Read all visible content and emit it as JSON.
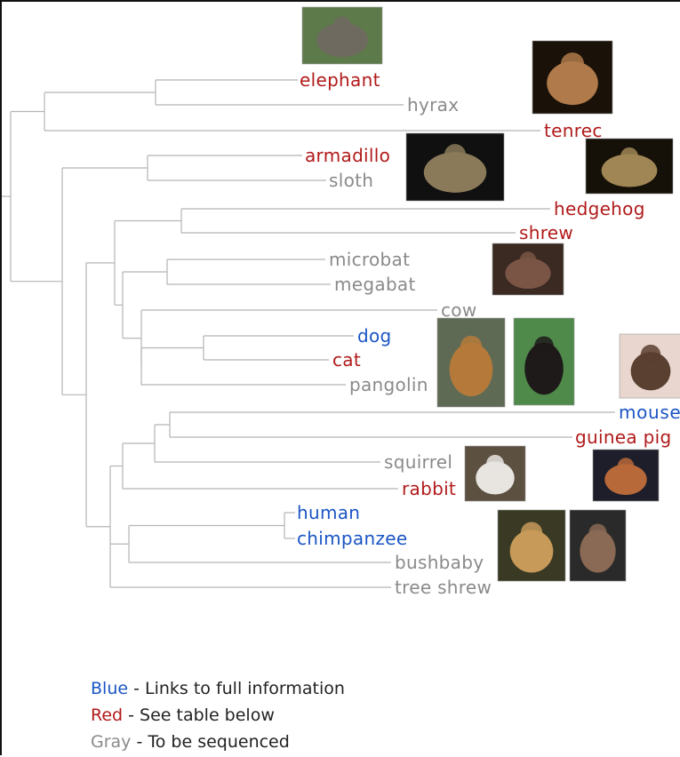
{
  "colors": {
    "blue": "#1b55c4",
    "red": "#b11a1a",
    "gray": "#8a8a8a",
    "line": "#b5b5b5"
  },
  "species": [
    {
      "id": "elephant",
      "name": "elephant",
      "status": "red"
    },
    {
      "id": "hyrax",
      "name": "hyrax",
      "status": "gray"
    },
    {
      "id": "tenrec",
      "name": "tenrec",
      "status": "red"
    },
    {
      "id": "armadillo",
      "name": "armadillo",
      "status": "red"
    },
    {
      "id": "sloth",
      "name": "sloth",
      "status": "gray"
    },
    {
      "id": "hedgehog",
      "name": "hedgehog",
      "status": "red"
    },
    {
      "id": "shrew",
      "name": "shrew",
      "status": "red"
    },
    {
      "id": "microbat",
      "name": "microbat",
      "status": "gray"
    },
    {
      "id": "megabat",
      "name": "megabat",
      "status": "gray"
    },
    {
      "id": "cow",
      "name": "cow",
      "status": "gray"
    },
    {
      "id": "dog",
      "name": "dog",
      "status": "blue"
    },
    {
      "id": "cat",
      "name": "cat",
      "status": "red"
    },
    {
      "id": "pangolin",
      "name": "pangolin",
      "status": "gray"
    },
    {
      "id": "mouse",
      "name": "mouse",
      "status": "blue"
    },
    {
      "id": "guinea-pig",
      "name": "guinea pig",
      "status": "red"
    },
    {
      "id": "squirrel",
      "name": "squirrel",
      "status": "gray"
    },
    {
      "id": "rabbit",
      "name": "rabbit",
      "status": "red"
    },
    {
      "id": "human",
      "name": "human",
      "status": "blue"
    },
    {
      "id": "chimpanzee",
      "name": "chimpanzee",
      "status": "blue"
    },
    {
      "id": "bushbaby",
      "name": "bushbaby",
      "status": "gray"
    },
    {
      "id": "tree-shrew",
      "name": "tree shrew",
      "status": "gray"
    }
  ],
  "photos": [
    "elephant",
    "tenrec",
    "armadillo",
    "hedgehog",
    "shrew",
    "dog",
    "cat",
    "mouse",
    "rabbit",
    "guinea-pig",
    "human",
    "chimpanzee"
  ],
  "legend": {
    "blue": {
      "key": "Blue",
      "text": " - Links to full information"
    },
    "red": {
      "key": "Red",
      "text": " - See table below"
    },
    "gray": {
      "key": "Gray",
      "text": " - To be sequenced"
    }
  }
}
